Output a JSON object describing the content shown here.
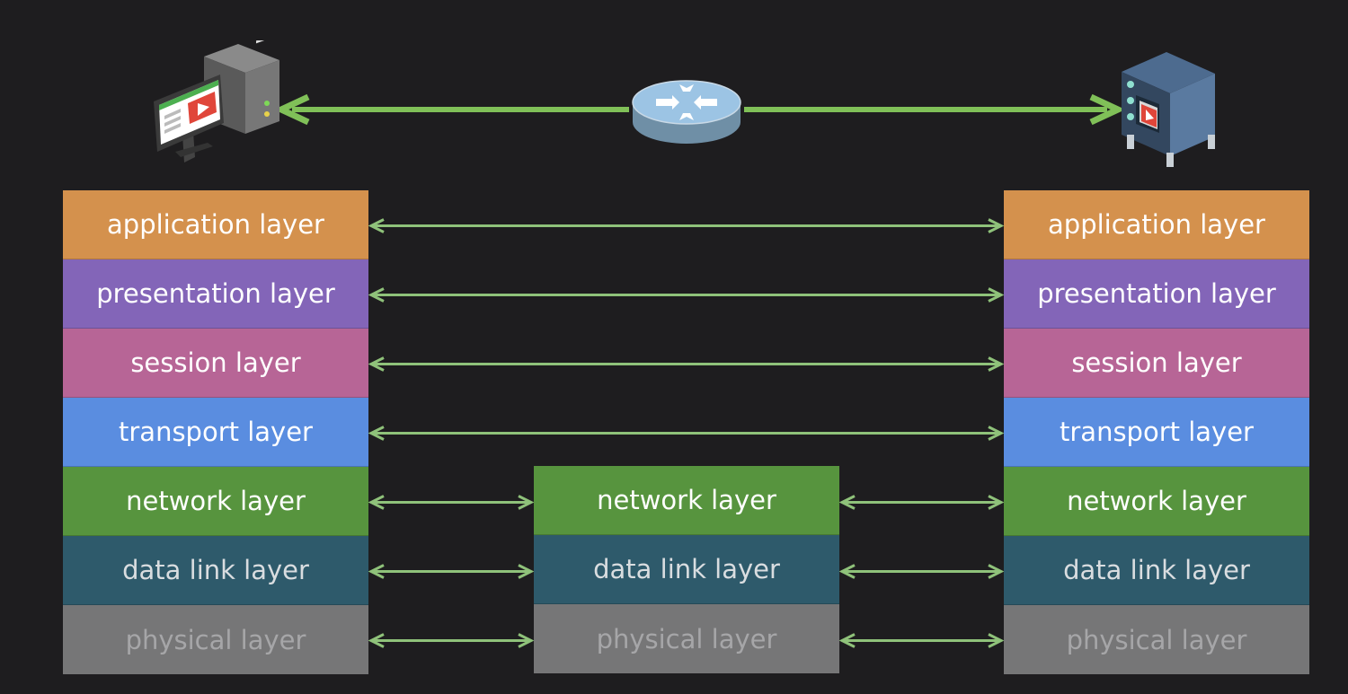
{
  "colors": {
    "background": "#1e1d1f",
    "arrow": "#8fc27a",
    "top_arrow": "#80c058"
  },
  "layer_colors": {
    "application layer": {
      "bg": "#d4914d",
      "fg": "#ffffff"
    },
    "presentation layer": {
      "bg": "#8365b8",
      "fg": "#ffffff"
    },
    "session layer": {
      "bg": "#b76596",
      "fg": "#ffffff"
    },
    "transport layer": {
      "bg": "#5a8de0",
      "fg": "#ffffff"
    },
    "network layer": {
      "bg": "#57943e",
      "fg": "#ffffff"
    },
    "data link layer": {
      "bg": "#2e5a6b",
      "fg": "#d9dde0"
    },
    "physical layer": {
      "bg": "#767677",
      "fg": "#a6a6a8"
    }
  },
  "devices": {
    "client": "desktop-computer-icon",
    "router": "router-icon",
    "server": "server-icon"
  },
  "stacks": {
    "client": {
      "layers": [
        "application layer",
        "presentation layer",
        "session layer",
        "transport layer",
        "network layer",
        "data link layer",
        "physical layer"
      ]
    },
    "router": {
      "layers": [
        "network layer",
        "data link layer",
        "physical layer"
      ]
    },
    "server": {
      "layers": [
        "application layer",
        "presentation layer",
        "session layer",
        "transport layer",
        "network layer",
        "data link layer",
        "physical layer"
      ]
    }
  }
}
